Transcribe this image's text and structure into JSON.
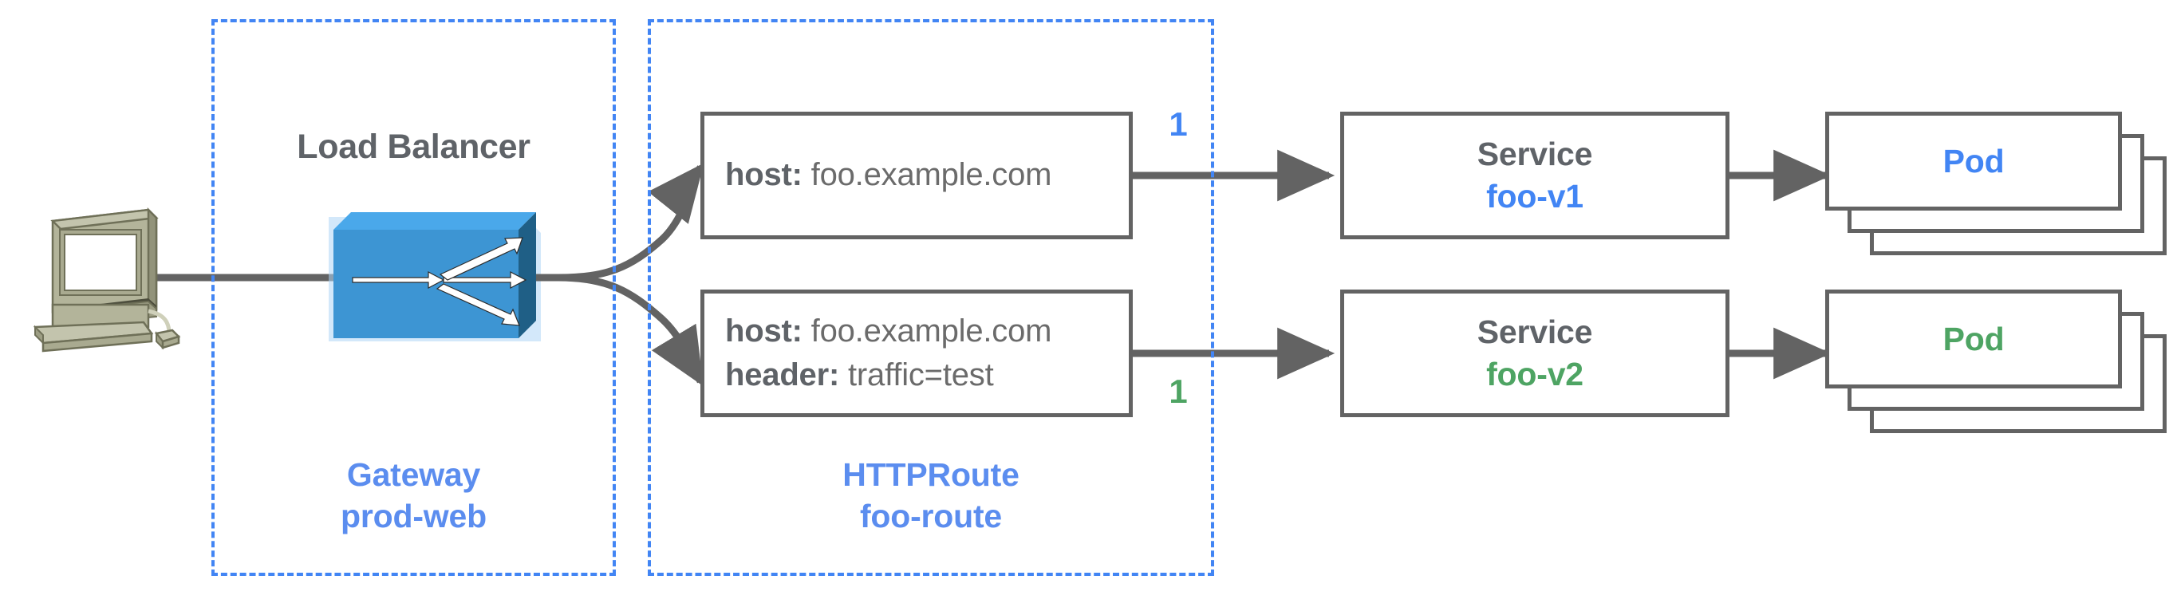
{
  "diagram": {
    "title_load_balancer": "Load Balancer",
    "colors": {
      "blue": "#4285f4",
      "blue_label": "#5b8def",
      "green": "#4ea463",
      "gray_text": "#5f6368",
      "gray_body": "#6b6b6b",
      "box_border": "#636363",
      "connector": "#636363",
      "switch_face": "#3d95d3",
      "switch_top": "#45a8ea",
      "switch_side": "#1f5f86",
      "computer_body": "#b3b49a",
      "computer_dark": "#8a8b6f"
    }
  },
  "zones": [
    {
      "name": "gateway",
      "line1": "Gateway",
      "line2": "prod-web"
    },
    {
      "name": "httproute",
      "line1": "HTTPRoute",
      "line2": "foo-route"
    }
  ],
  "client": {
    "icon": "desktop-computer-icon"
  },
  "load_balancer": {
    "icon": "network-switch-icon"
  },
  "routes": [
    {
      "name": "route-rule-1",
      "lines": [
        {
          "key": "host:",
          "value": " foo.example.com"
        }
      ],
      "weight": "1",
      "weight_color": "#4285f4"
    },
    {
      "name": "route-rule-2",
      "lines": [
        {
          "key": "host:",
          "value": " foo.example.com"
        },
        {
          "key": "header:",
          "value": " traffic=test"
        }
      ],
      "weight": "1",
      "weight_color": "#4ea463"
    }
  ],
  "services": [
    {
      "kind": "Service",
      "name": "foo-v1",
      "color": "#4285f4"
    },
    {
      "kind": "Service",
      "name": "foo-v2",
      "color": "#4ea463"
    }
  ],
  "pods": [
    {
      "label": "Pod",
      "color": "#4285f4",
      "count": 3
    },
    {
      "label": "Pod",
      "color": "#4ea463",
      "count": 3
    }
  ]
}
